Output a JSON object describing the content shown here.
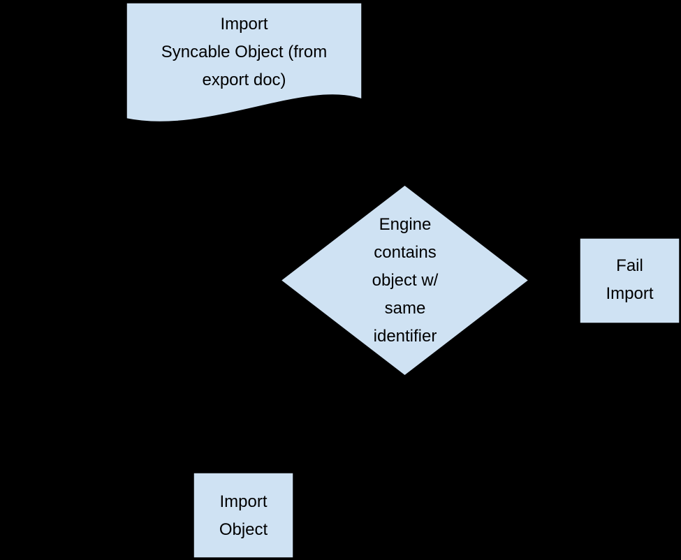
{
  "diagram": {
    "type": "flowchart",
    "style": {
      "background": "#000000",
      "node_fill": "#cfe2f3",
      "node_stroke": "#000000",
      "text_color": "#000000"
    },
    "nodes": {
      "import_syncable": {
        "shape": "document",
        "label": "Import\nSyncable Object (from\nexport doc)"
      },
      "engine_contains": {
        "shape": "decision-diamond",
        "label": "Engine\ncontains\nobject w/\nsame\nidentifier"
      },
      "fail_import": {
        "shape": "rectangle",
        "label": "Fail\nImport"
      },
      "import_object": {
        "shape": "rectangle",
        "label": "Import\nObject"
      }
    }
  }
}
